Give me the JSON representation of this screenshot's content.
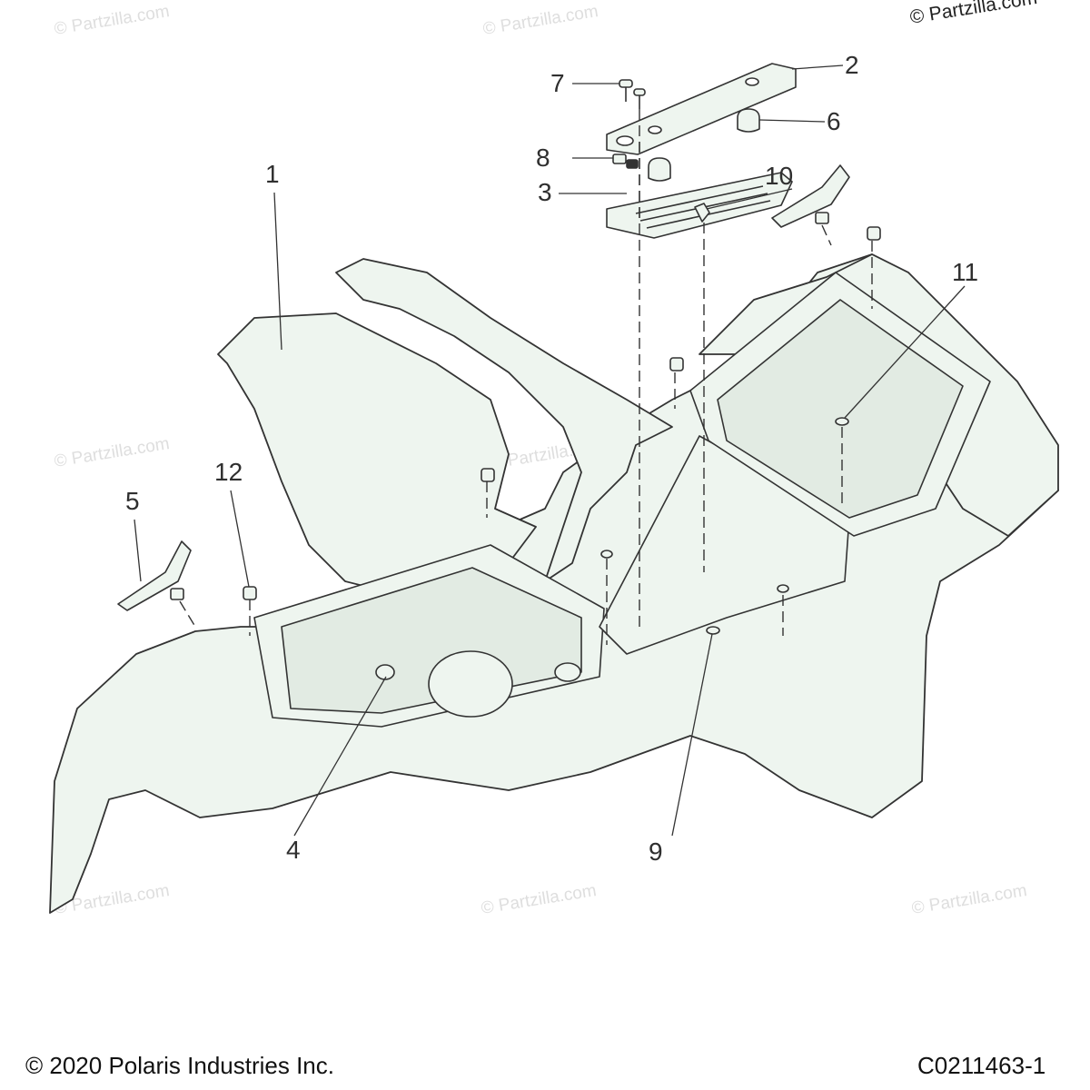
{
  "watermark": "© Partzilla.com",
  "copyright_top": "© Partzilla.com",
  "footer": {
    "copyright": "© 2020 Polaris Industries Inc.",
    "drawing_number": "C0211463-1"
  },
  "callouts": [
    "1",
    "2",
    "3",
    "4",
    "5",
    "6",
    "7",
    "8",
    "9",
    "10",
    "11",
    "12"
  ],
  "colors": {
    "part_fill": "#eef5ef",
    "line": "#333333",
    "watermark": "#dedede"
  }
}
